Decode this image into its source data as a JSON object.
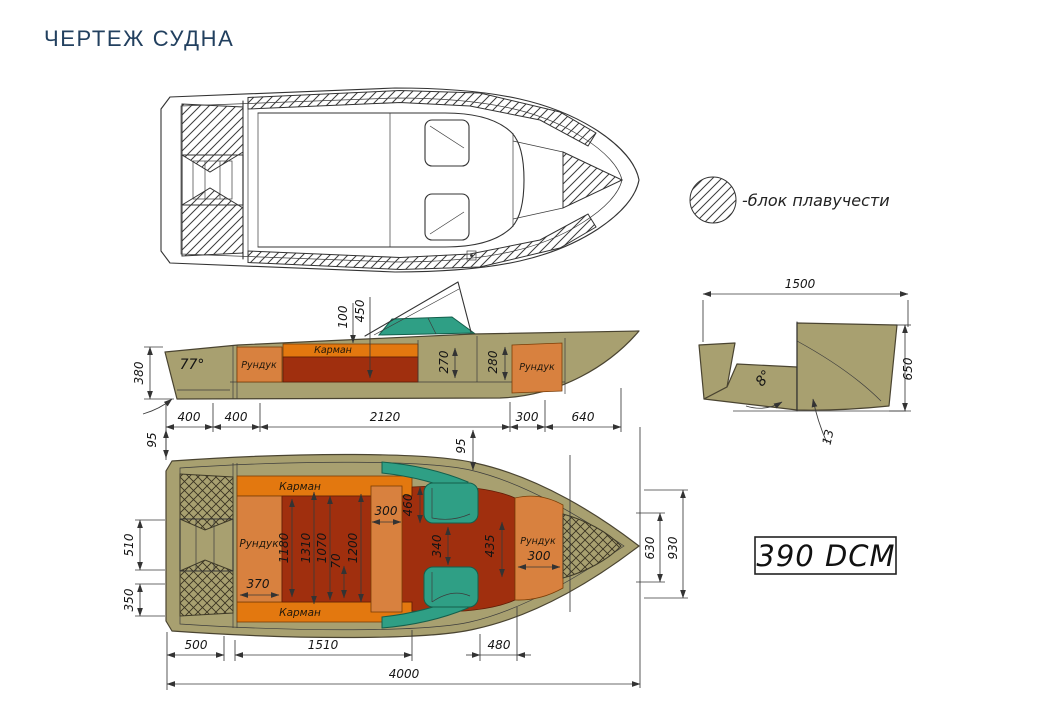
{
  "page": {
    "title": "ЧЕРТЕЖ СУДНА"
  },
  "legend": {
    "symbol": "hatched-circle",
    "text": "-блок плавучести"
  },
  "plate": {
    "text": "390 DCM"
  },
  "colors": {
    "title": "#22405f",
    "hull": "#a8a070",
    "floor_red": "#a02f0e",
    "pocket_orange": "#e3780f",
    "locker_orange": "#d8813f",
    "seat_teal": "#2f9f85",
    "line": "#333333"
  },
  "side_view": {
    "labels": {
      "rundukAft": "Рундук",
      "karman": "Карман",
      "rundukBow": "Рундук"
    },
    "dims": {
      "angle77": "77°",
      "h380": "380",
      "v95": "95",
      "a400a": "400",
      "a400b": "400",
      "a2120": "2120",
      "a300": "300",
      "a640": "640",
      "w100": "100",
      "w450": "450",
      "i270": "270",
      "i280": "280"
    }
  },
  "section_view": {
    "dims": {
      "w1500": "1500",
      "h650": "650",
      "a8": "8°",
      "r13": "13"
    }
  },
  "plan_view": {
    "labels": {
      "karmanTop": "Карман",
      "karmanBottom": "Карман",
      "rundukAft": "Рундук",
      "rundukBow": "Рундук"
    },
    "dims": {
      "v95": "95",
      "l510": "510",
      "l350": "350",
      "w370": "370",
      "m300": "300",
      "v1180": "1180",
      "v1310": "1310",
      "v1070": "1070",
      "v1200": "1200",
      "v70": "70",
      "v460": "460",
      "v340": "340",
      "v435": "435",
      "b300": "300",
      "r630": "630",
      "r930": "930",
      "b500": "500",
      "b1510": "1510",
      "b480": "480",
      "b4000": "4000"
    }
  }
}
